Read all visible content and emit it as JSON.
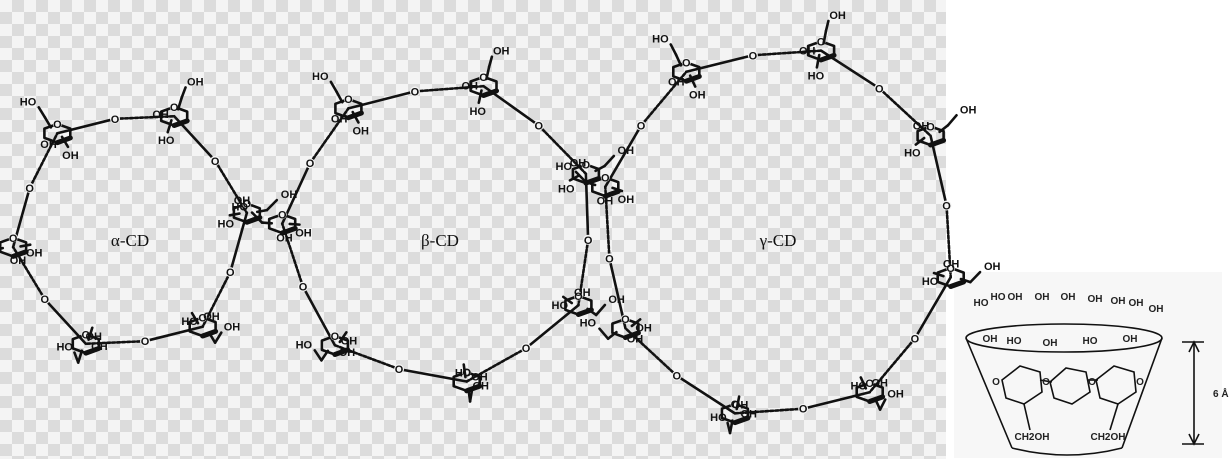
{
  "rings": [
    {
      "id": "alpha",
      "label": "α-CD",
      "units": 6
    },
    {
      "id": "beta",
      "label": "β-CD",
      "units": 7
    },
    {
      "id": "gamma",
      "label": "γ-CD",
      "units": 8
    }
  ],
  "atoms": {
    "hydroxyl": "OH",
    "hydroxyl_left": "HO",
    "oxygen": "O"
  },
  "cone": {
    "top_labels": [
      "HO",
      "HO",
      "OH",
      "OH",
      "OH",
      "OH",
      "OH",
      "OH",
      "OH"
    ],
    "rim_labels": [
      "OH",
      "HO",
      "OH",
      "HO",
      "OH"
    ],
    "inner_o_labels": [
      "O",
      "O",
      "O",
      "O"
    ],
    "bottom_labels": [
      "CH2OH",
      "CH2OH"
    ],
    "depth_label": "6 Å"
  }
}
